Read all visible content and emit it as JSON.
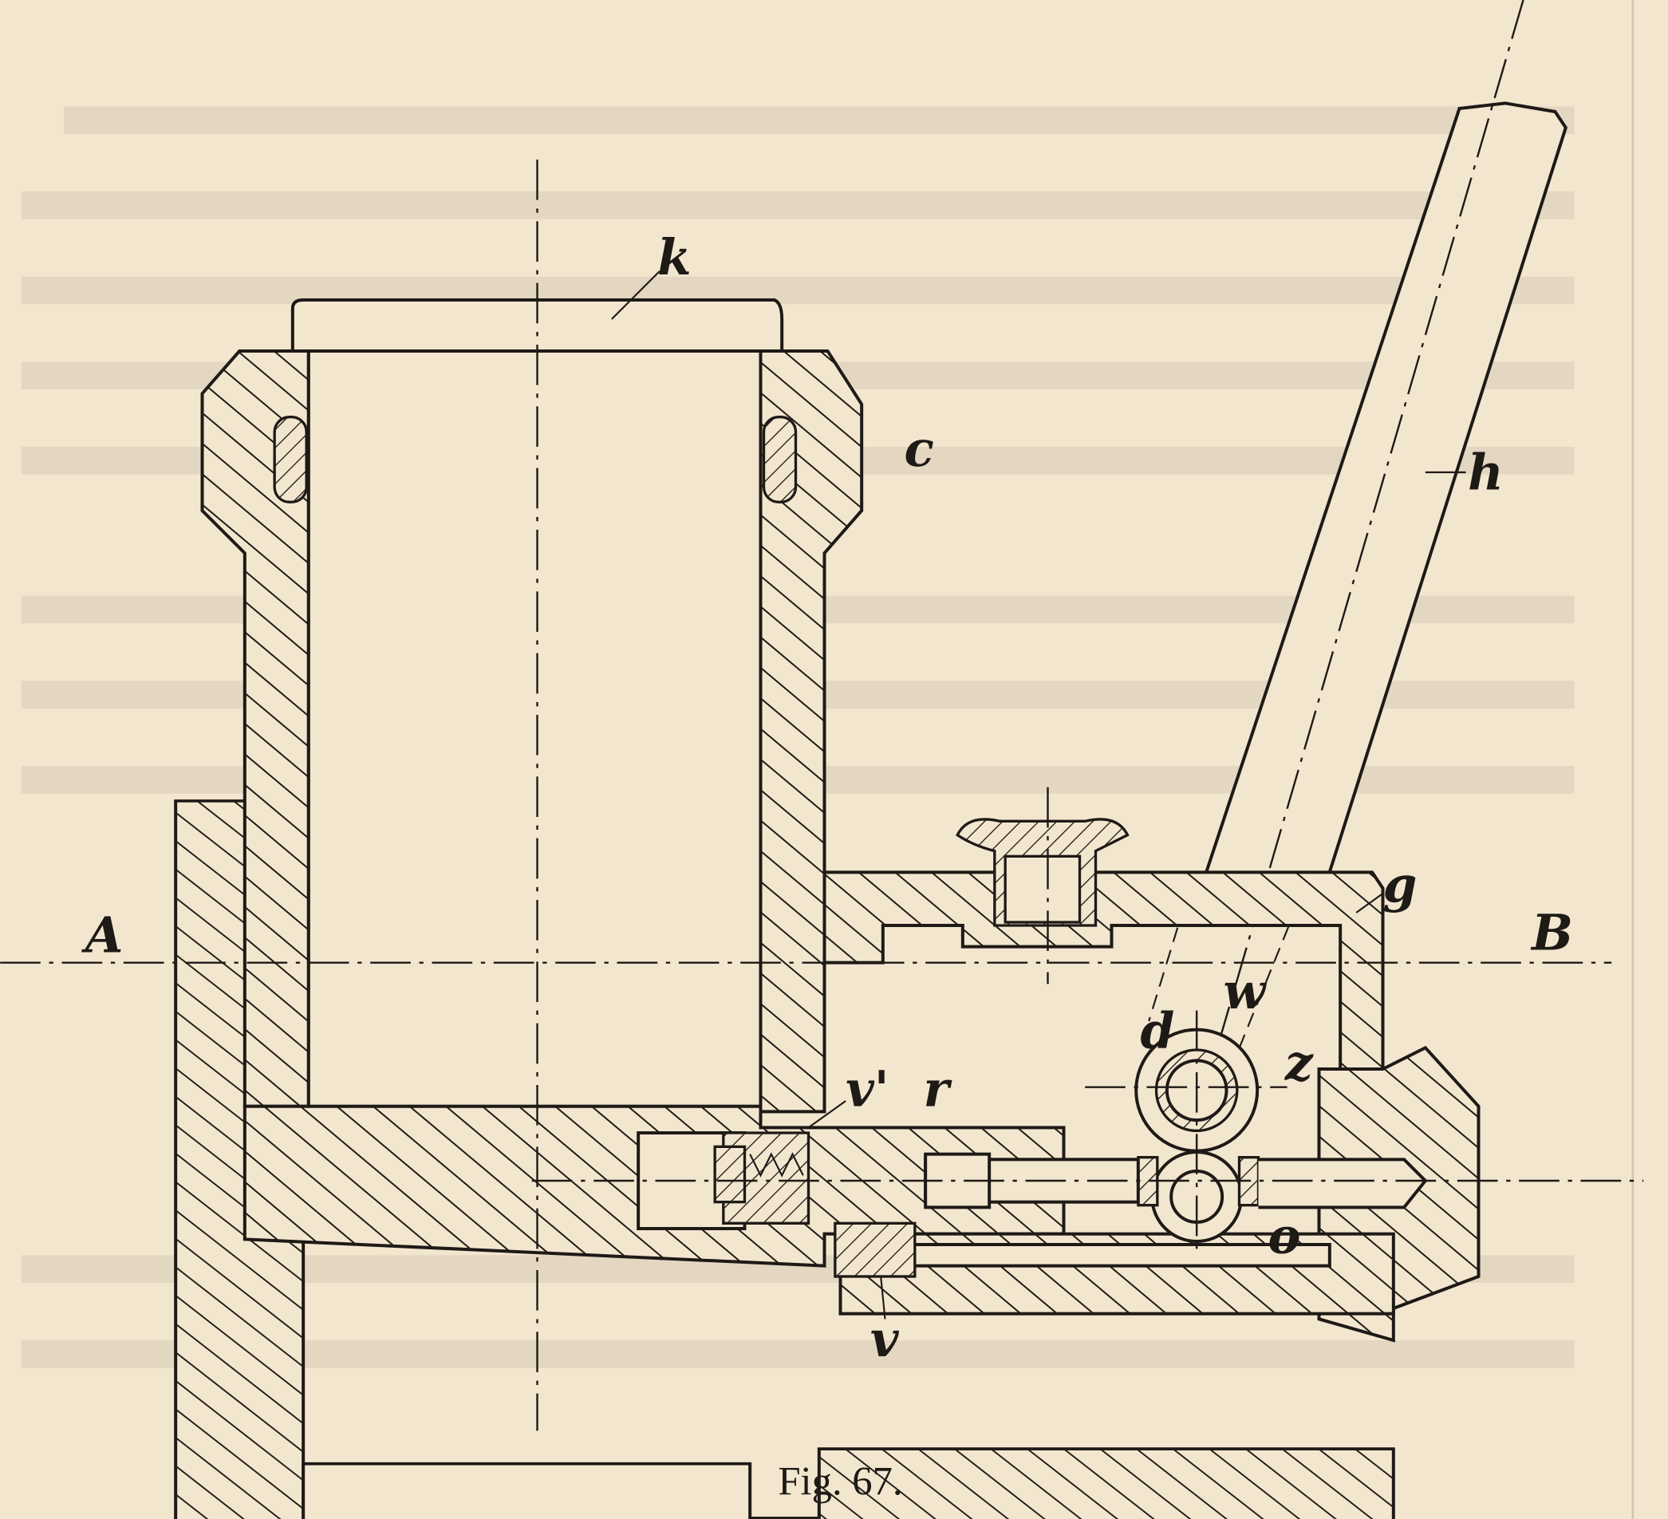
{
  "figure": {
    "caption": "Fig. 67.",
    "labels": {
      "k": "k",
      "c": "c",
      "h": "h",
      "A": "A",
      "B": "B",
      "g": "g",
      "d": "d",
      "w": "w",
      "z": "z",
      "v_prime": "v'",
      "r": "r",
      "o": "o",
      "v": "v"
    }
  },
  "colors": {
    "paper": "#f3e6cf",
    "ink": "#1e1a16"
  }
}
